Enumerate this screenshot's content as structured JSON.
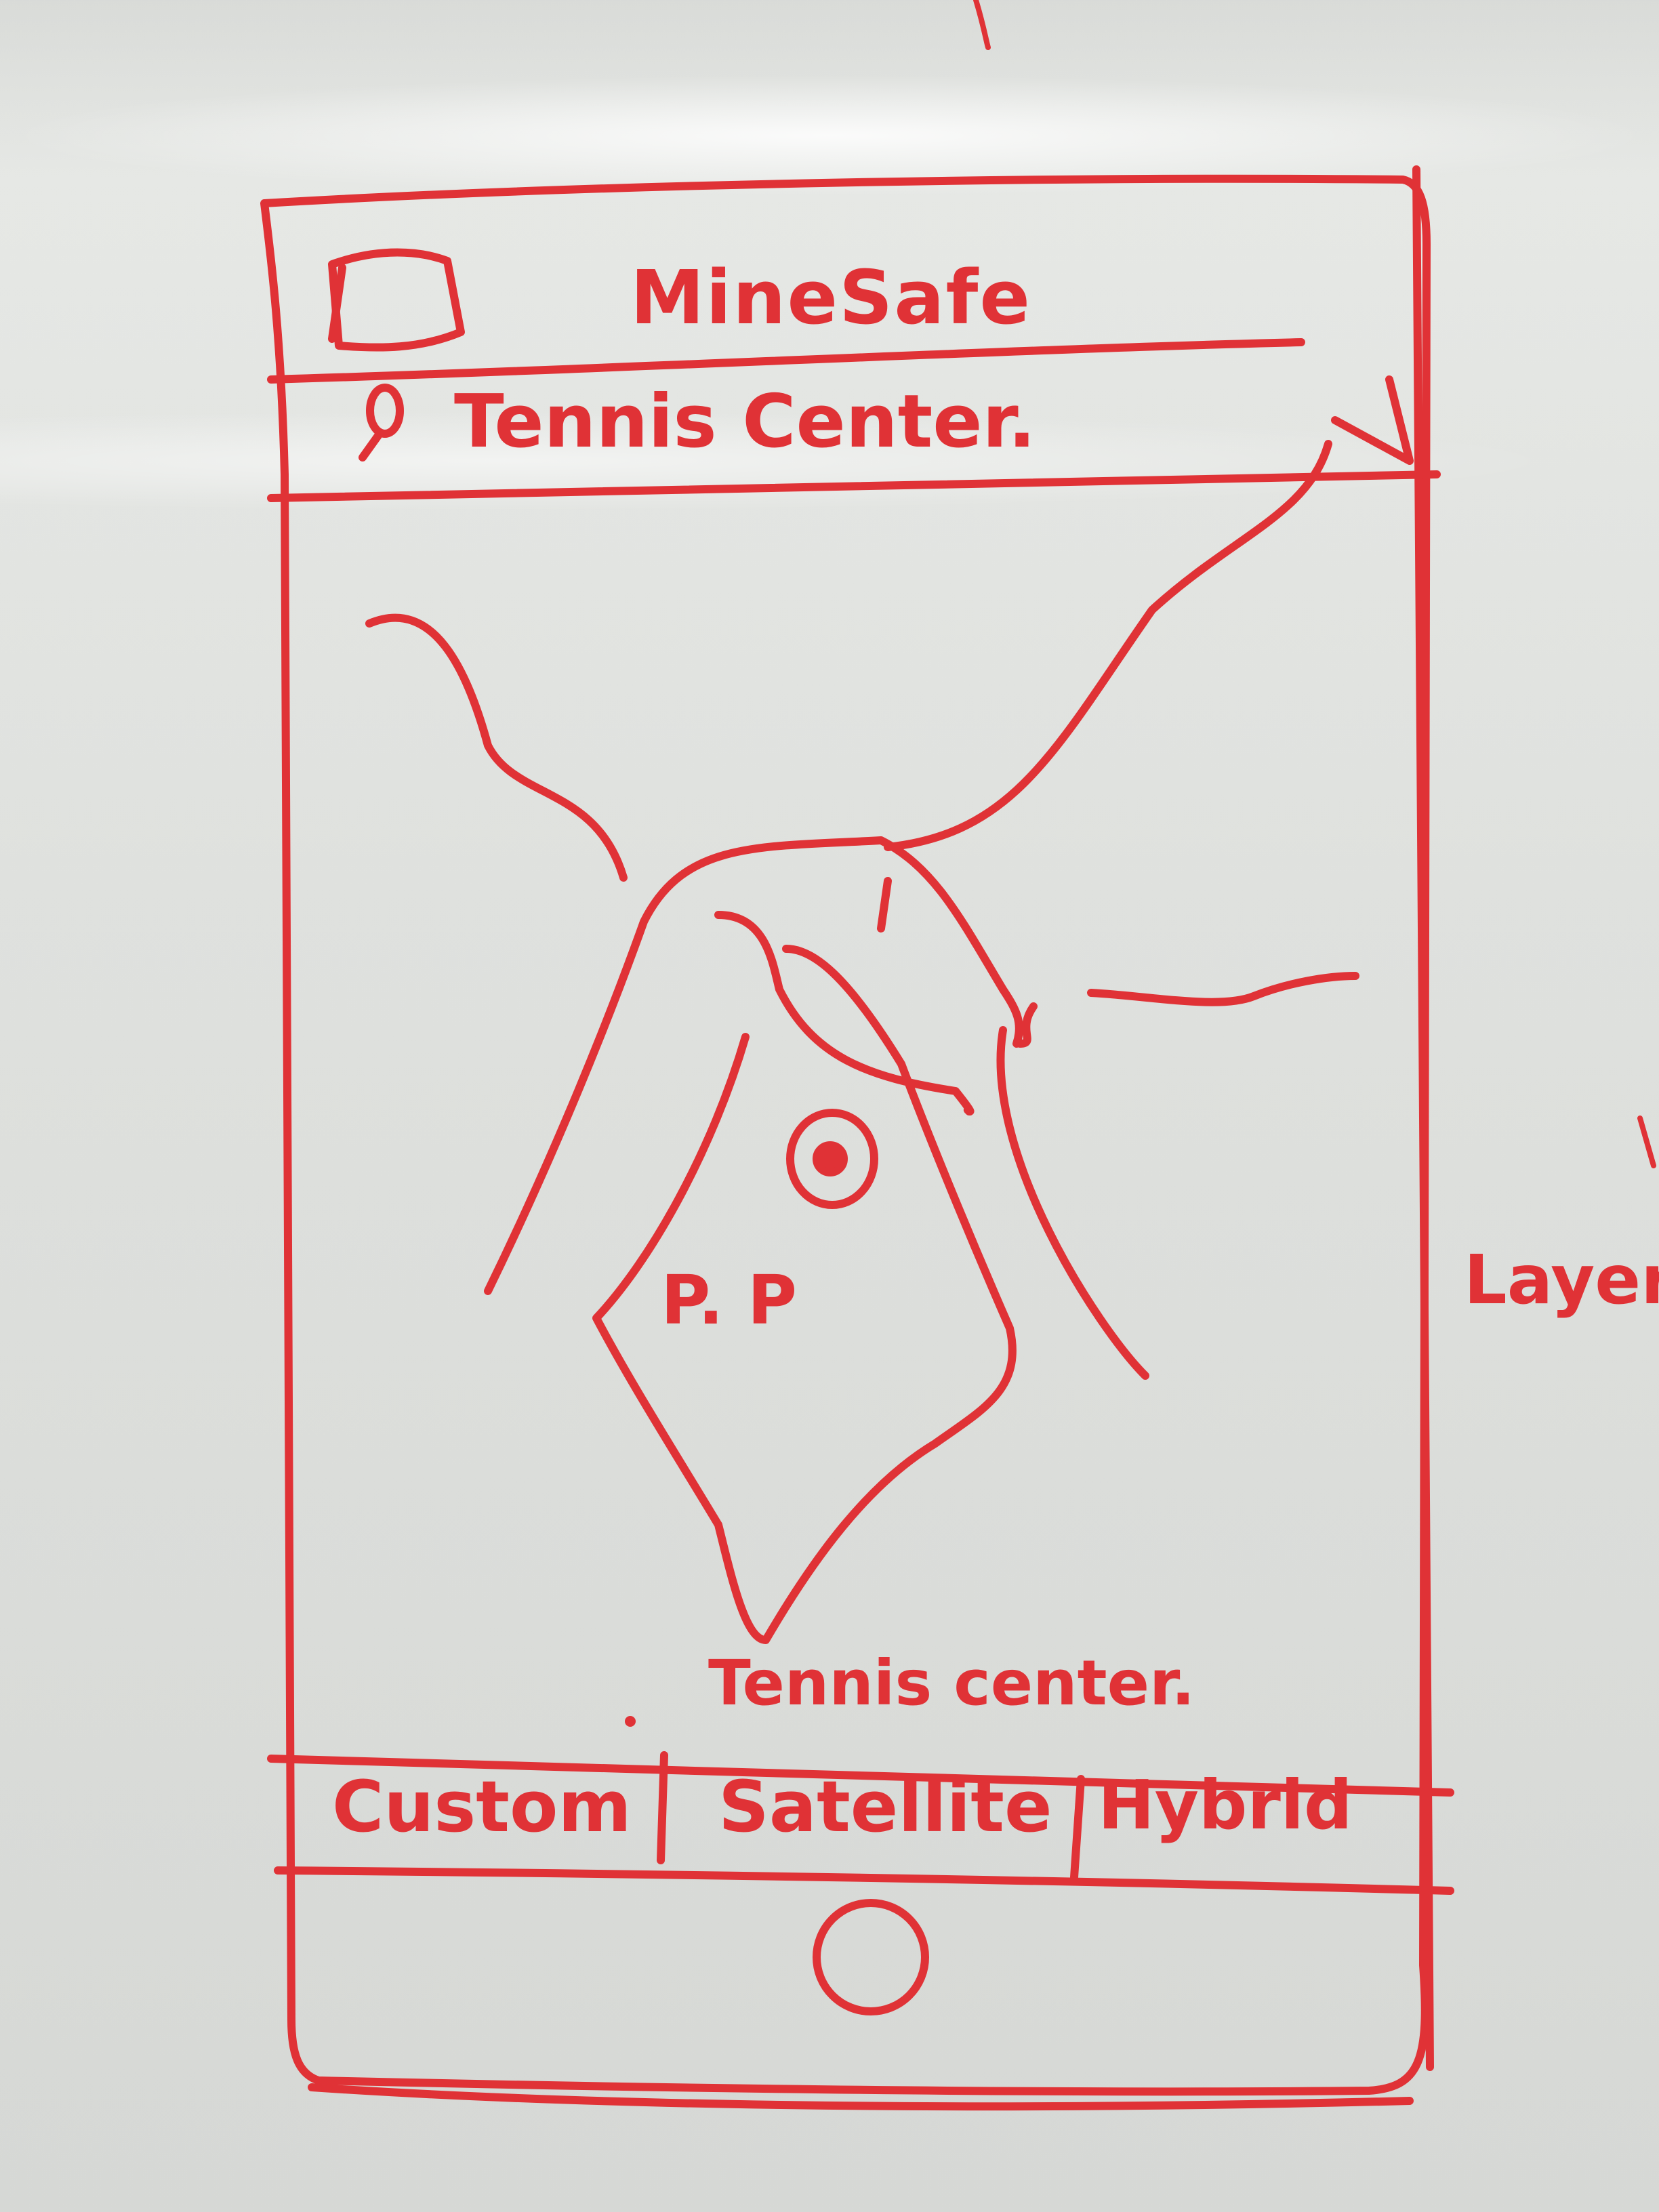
{
  "header": {
    "title": "MineSafe"
  },
  "search": {
    "location": "Tennis Center."
  },
  "map": {
    "building_label": "P. P",
    "caption": "Tennis center."
  },
  "segments": [
    {
      "label": "Custom"
    },
    {
      "label": "Satellite"
    },
    {
      "label": "Hybrid"
    }
  ],
  "side_note": "Layers",
  "icons": [
    "menu-square-icon",
    "location-pin-icon",
    "location-target-icon",
    "home-button-icon"
  ],
  "colors": {
    "marker_ink": "#e03236",
    "board": "#dfe1de"
  }
}
